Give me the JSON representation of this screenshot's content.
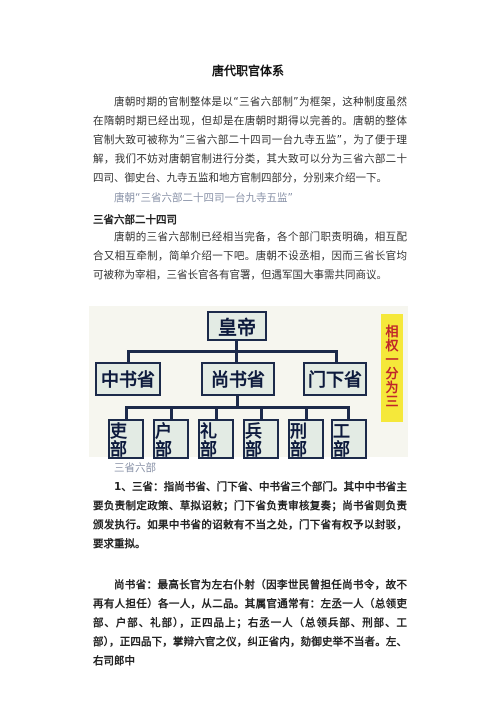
{
  "document": {
    "title": "唐代职官体系",
    "intro_paragraph": "唐朝时期的官制整体是以“三省六部制”为框架，这种制度虽然在隋朝时期已经出现，但却是在唐朝时期得以完善的。唐朝的整体官制大致可被称为“三省六部二十四司一台九寺五监”，为了便于理解，我们不妨对唐朝官制进行分类，其大致可以分为三省六部二十四司、御史台、九寺五监和地方官制四部分，分别来介绍一下。",
    "caption_1": "唐朝“三省六部二十四司一台九寺五监”",
    "section_heading": "三省六部二十四司",
    "section_paragraph": "唐朝的三省六部制已经相当完备，各个部门职责明确，相互配合又相互牵制，简单介绍一下吧。唐朝不设丞相，因而三省长官均可被称为宰相，三省长官各有官署，但遇军国大事需共同商议。",
    "caption_2": "三省六部",
    "point_1": "1、三省：指尚书省、门下省、中书省三个部门。其中中书省主要负责制定政策、草拟诏敕；门下省负责审核复奏；尚书省则负责颁发执行。如果中书省的诏敕有不当之处，门下省有权予以封驳，要求重拟。",
    "point_2": "尚书省：最高长官为左右仆射（因李世民曾担任尚书令，故不再有人担任）各一人，从二品。其属官通常有：左丞一人（总领吏部、户部、礼部），正四品上；右丞一人（总领兵部、刑部、工部），正四品下，掌辩六官之仪，纠正省内，劾御史举不当者。左、右司郎中"
  },
  "diagram": {
    "emperor": "皇帝",
    "secretariats": [
      "中书省",
      "尚书省",
      "门下省"
    ],
    "ministries": [
      "吏部",
      "户部",
      "礼部",
      "兵部",
      "刑部",
      "工部"
    ],
    "side_label": [
      "相",
      "权",
      "一",
      "分",
      "为",
      "三"
    ],
    "colors": {
      "box_fill": "#e3ebe4",
      "box_border": "#1c2a4a",
      "side_fill": "#f5e83a",
      "side_text": "#c0262a"
    }
  }
}
